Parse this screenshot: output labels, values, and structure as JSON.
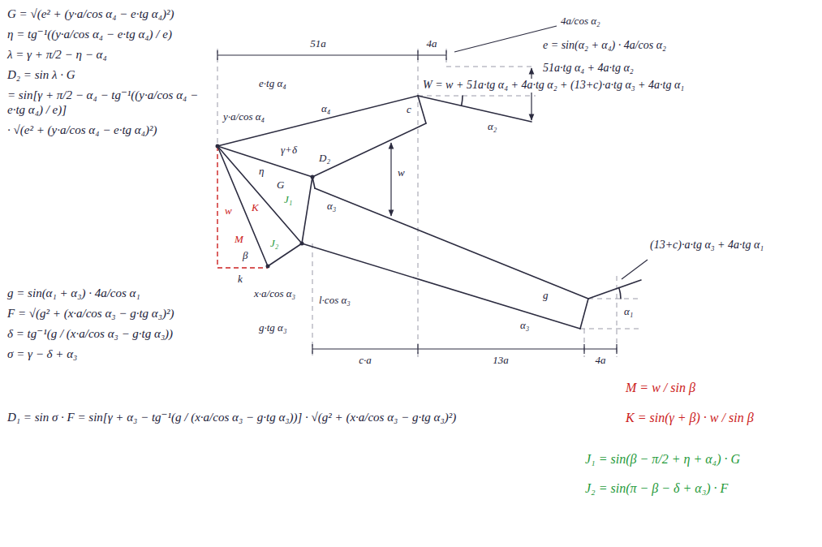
{
  "diagram": {
    "labels": [
      "G = √(e² + (y·a/cos α₄ − e·tg α₄)²)",
      "η = tg⁻¹((y·a/cos α₄ − e·tg α₄) / e)",
      "λ = γ + π/2 − η − α₄",
      "D₂ = sin λ · G",
      "= sin[γ + π/2 − α₄ − tg⁻¹((y·a/cos α₄ − e·tg α₄) / e)]",
      "· √(e² + (y·a/cos α₄ − e·tg α₄)²)",
      "g = sin(α₁ + α₃) · 4a/cos α₁",
      "F = √(g² + (x·a/cos α₃ − g·tg α₃)²)",
      "δ = tg⁻¹(g / (x·a/cos α₃ − g·tg α₃))",
      "σ = γ − δ + α₃",
      "D₁ = sin σ · F = sin[γ + α₃ − tg⁻¹(g / (x·a/cos α₃ − g·tg α₃))] · √(g² + (x·a/cos α₃ − g·tg α₃)²)",
      "51a",
      "4a",
      "4a/cos α₂",
      "e = sin(α₂ + α₄) · 4a/cos α₂",
      "51a·tg α₄ + 4a·tg α₂",
      "W = w + 51a·tg α₄ + 4a·tg α₂ + (13+c)·a·tg α₃ + 4a·tg α₁",
      "e·tg α₄",
      "y·a/cos α₄",
      "α₄",
      "γ+δ",
      "D₂",
      "c",
      "α₂",
      "w",
      "η",
      "G",
      "K",
      "w",
      "M",
      "β",
      "J₁",
      "J₂",
      "k",
      "x·a/cos α₃",
      "l·cos α₃",
      "g·tg α₃",
      "α₃",
      "α₃",
      "g",
      "α₁",
      "(13+c)·a·tg α₃ + 4a·tg α₁",
      "c·a",
      "13a",
      "4a",
      "M = w / sin β",
      "K = sin(γ + β) · w / sin β",
      "J₁ = sin(β − π/2 + η + α₄) · G",
      "J₂ = sin(π − β − δ + α₃) · F"
    ]
  }
}
